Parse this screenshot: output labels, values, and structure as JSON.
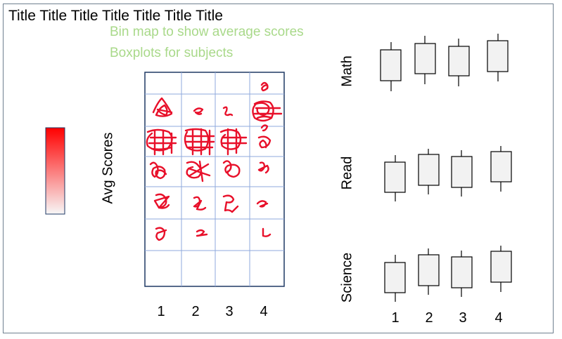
{
  "title": "Title Title Title Title Title Title Title",
  "notes": [
    "Bin map to show average scores",
    "Boxplots for subjects"
  ],
  "bin_map": {
    "axis_label": "Avg Scores",
    "columns": [
      "1",
      "2",
      "3",
      "4"
    ],
    "rows": 6
  },
  "boxplots": {
    "subjects": [
      "Math",
      "Read",
      "Science"
    ],
    "x_labels": [
      "1",
      "2",
      "3",
      "4"
    ]
  },
  "colors": {
    "scribble": "#e8102a",
    "grid": "#8faadc",
    "legend_top": "#ff0000",
    "legend_bottom": "#f2f2f2",
    "note_text": "#a9d98a",
    "box_fill": "#f2f2f2"
  }
}
